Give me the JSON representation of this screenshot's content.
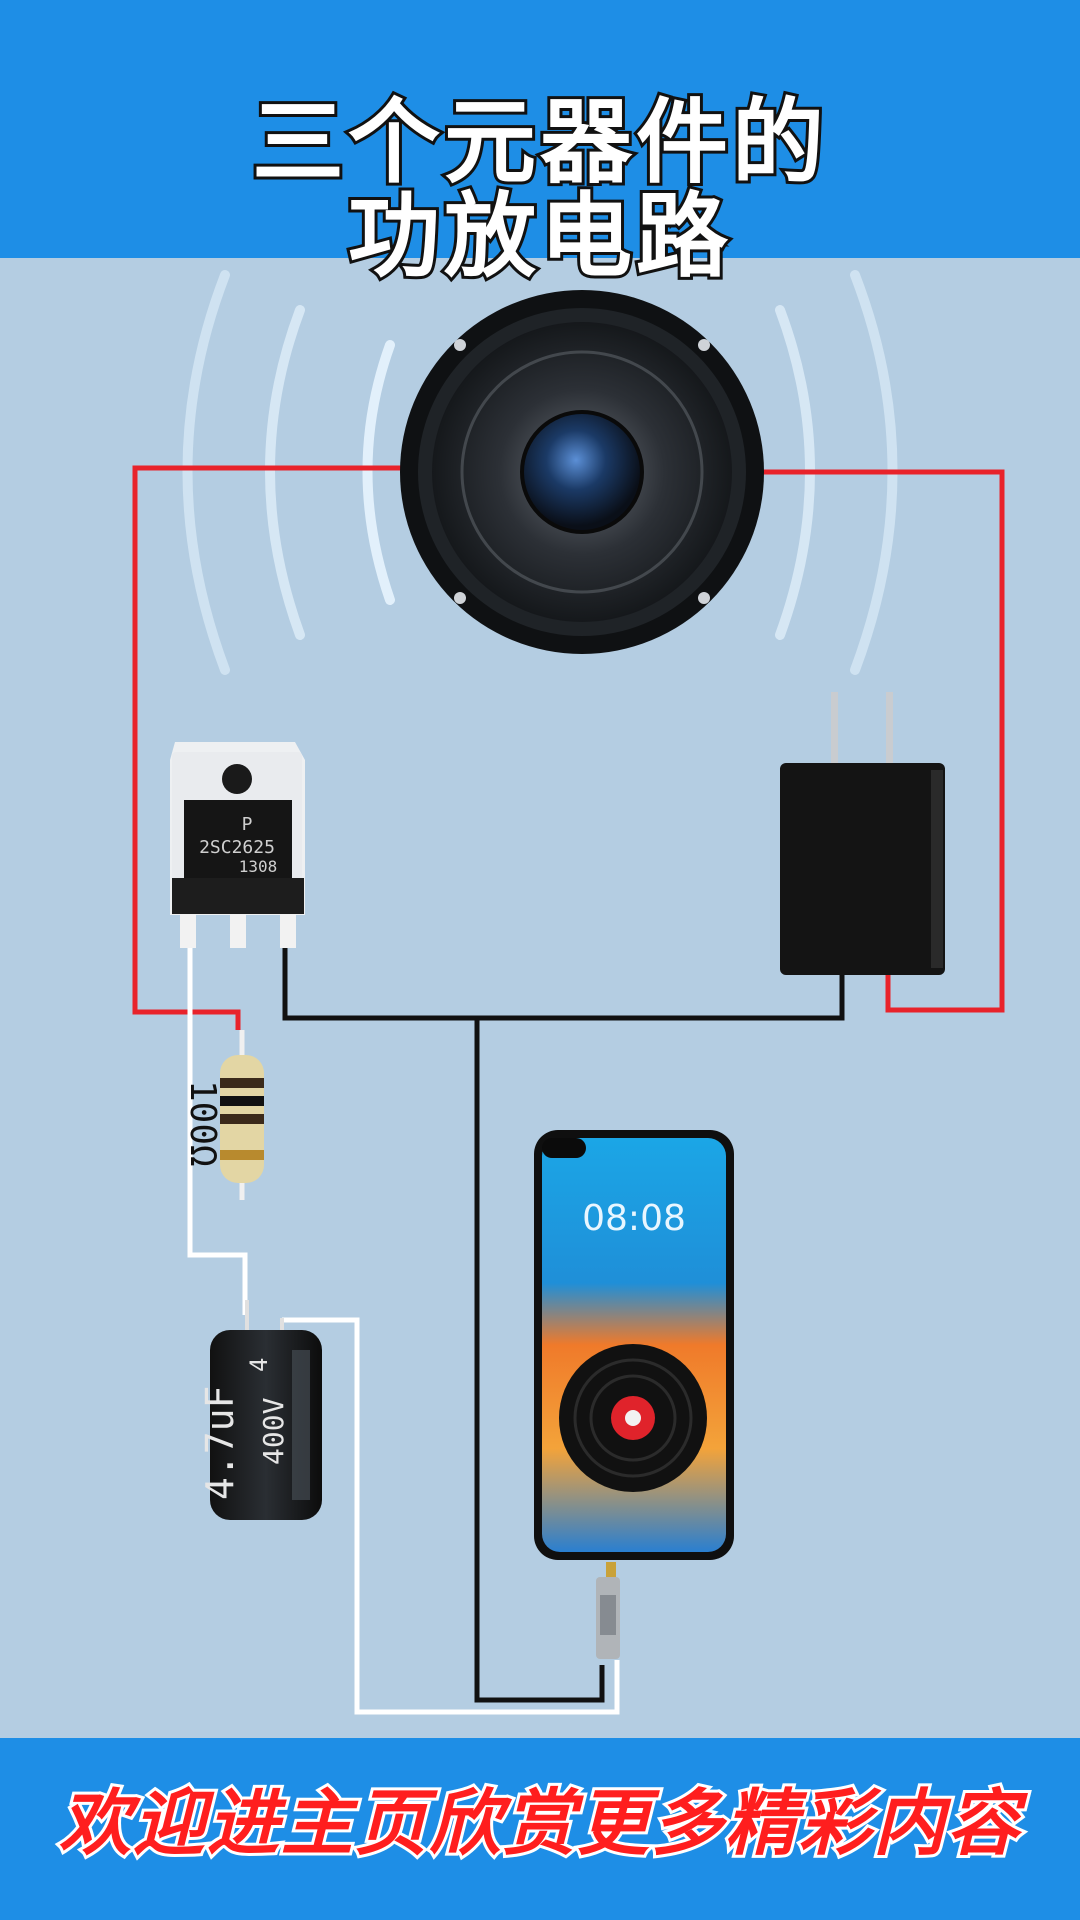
{
  "header": {
    "title_line1": "三个元器件的",
    "title_line2": "功放电路"
  },
  "transistor": {
    "brand": "P",
    "model": "2SC2625",
    "code": "1308"
  },
  "resistor": {
    "value": "100Ω"
  },
  "capacitor": {
    "capacitance": "4.7uF",
    "voltage": "400V",
    "side_mark": "4"
  },
  "phone": {
    "time": "08:08"
  },
  "footer": {
    "text": "欢迎进主页欣赏更多精彩内容"
  },
  "colors": {
    "banner": "#1e8ee6",
    "background": "#b4cde2",
    "wire_red": "#e8232b",
    "wire_black": "#111111",
    "wire_white": "#ffffff",
    "footer_text": "#ff1e1e"
  },
  "icons": {
    "speaker": "speaker-icon",
    "transistor": "transistor-icon",
    "resistor": "resistor-icon",
    "capacitor": "capacitor-icon",
    "adapter": "power-adapter-icon",
    "phone": "smartphone-icon",
    "vinyl": "vinyl-record-icon",
    "jack": "audio-jack-icon"
  }
}
